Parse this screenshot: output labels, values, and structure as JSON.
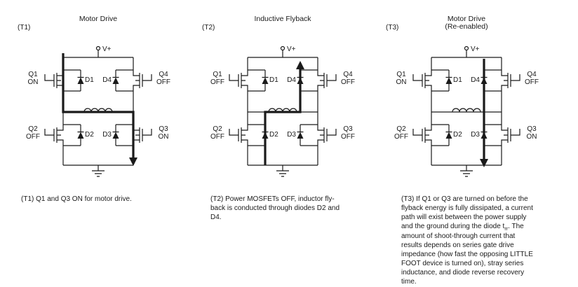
{
  "figure": {
    "background": "#ffffff",
    "line_color": "#1a1a1a"
  },
  "circuits": [
    {
      "t_label": "(T1)",
      "title_line1": "Motor Drive",
      "title_line2": "",
      "supply_label": "V+",
      "transistors": {
        "q1": {
          "name": "Q1",
          "state": "ON"
        },
        "q2": {
          "name": "Q2",
          "state": "OFF"
        },
        "q3": {
          "name": "Q3",
          "state": "ON"
        },
        "q4": {
          "name": "Q4",
          "state": "OFF"
        }
      },
      "diodes": {
        "d1": "D1",
        "d2": "D2",
        "d3": "D3",
        "d4": "D4"
      }
    },
    {
      "t_label": "(T2)",
      "title_line1": "Inductive Flyback",
      "title_line2": "",
      "supply_label": "V+",
      "transistors": {
        "q1": {
          "name": "Q1",
          "state": "OFF"
        },
        "q2": {
          "name": "Q2",
          "state": "OFF"
        },
        "q3": {
          "name": "Q3",
          "state": "OFF"
        },
        "q4": {
          "name": "Q4",
          "state": "OFF"
        }
      },
      "diodes": {
        "d1": "D1",
        "d2": "D2",
        "d3": "D3",
        "d4": "D4"
      }
    },
    {
      "t_label": "(T3)",
      "title_line1": "Motor Drive",
      "title_line2": "(Re-enabled)",
      "supply_label": "V+",
      "transistors": {
        "q1": {
          "name": "Q1",
          "state": "ON"
        },
        "q2": {
          "name": "Q2",
          "state": "OFF"
        },
        "q3": {
          "name": "Q3",
          "state": "ON"
        },
        "q4": {
          "name": "Q4",
          "state": "OFF"
        }
      },
      "diodes": {
        "d1": "D1",
        "d2": "D2",
        "d3": "D3",
        "d4": "D4"
      }
    }
  ],
  "captions": [
    {
      "text": "(T1)  Q1 and Q3 ON for motor drive."
    },
    {
      "text": "(T2) Power MOSFETs OFF, inductor fly-\nback is conducted through diodes D2 and\nD4."
    },
    {
      "pre": "(T3) If Q1 or Q3 are turned on before the\nflyback energy is fully dissipated, a current\npath will exist between the power supply\nand the ground during the diode t",
      "sub": "rr",
      "post": ".  The\namount of shoot-through current that\nresults depends on series gate drive\nimpedance (how fast the opposing LITTLE\nFOOT device is turned on), stray series\ninductance, and diode reverse recovery\ntime."
    }
  ]
}
